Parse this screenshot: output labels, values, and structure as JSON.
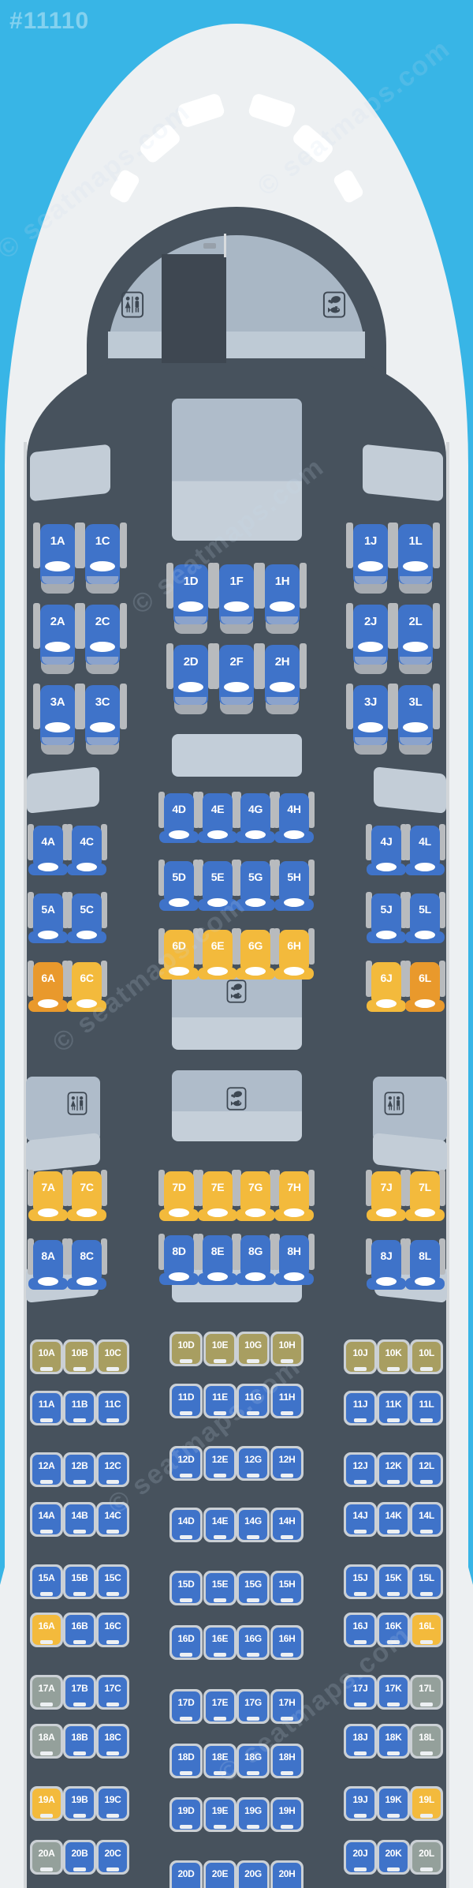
{
  "map_id": "#11110",
  "watermark": "© seatmaps.com",
  "palette": {
    "background": "#38b5e6",
    "fuselage": "#edf0f2",
    "cabin": "#47525d",
    "dome": "#a9b7c5",
    "monument": "#afbcca",
    "monument_light": "#c5cfd9",
    "seat_blue": "#3f73c9",
    "seat_yellow": "#f3ba3c",
    "seat_orange": "#e9992c",
    "seat_khaki": "#a89e61",
    "seat_gray": "#94a09b",
    "armrest": "#b8bbbe",
    "pillow": "#ffffff"
  },
  "icons": [
    "lavatory-icon",
    "galley-icon"
  ],
  "cabin_classes": {
    "B": "business",
    "P": "premium-economy",
    "E": "economy"
  },
  "seats_format": [
    "id",
    "x",
    "y",
    "class",
    "color"
  ],
  "seats": [
    [
      "1A",
      73,
      686,
      "B",
      "blue"
    ],
    [
      "1C",
      130,
      686,
      "B",
      "blue"
    ],
    [
      "1J",
      470,
      686,
      "B",
      "blue"
    ],
    [
      "1L",
      527,
      686,
      "B",
      "blue"
    ],
    [
      "1D",
      242,
      737,
      "B",
      "blue"
    ],
    [
      "1F",
      300,
      737,
      "B",
      "blue"
    ],
    [
      "1H",
      358,
      737,
      "B",
      "blue"
    ],
    [
      "2A",
      73,
      788,
      "B",
      "blue"
    ],
    [
      "2C",
      130,
      788,
      "B",
      "blue"
    ],
    [
      "2J",
      470,
      788,
      "B",
      "blue"
    ],
    [
      "2L",
      527,
      788,
      "B",
      "blue"
    ],
    [
      "2D",
      242,
      839,
      "B",
      "blue"
    ],
    [
      "2F",
      300,
      839,
      "B",
      "blue"
    ],
    [
      "2H",
      358,
      839,
      "B",
      "blue"
    ],
    [
      "3A",
      73,
      890,
      "B",
      "blue"
    ],
    [
      "3C",
      130,
      890,
      "B",
      "blue"
    ],
    [
      "3J",
      470,
      890,
      "B",
      "blue"
    ],
    [
      "3L",
      527,
      890,
      "B",
      "blue"
    ],
    [
      "4D",
      227,
      1023,
      "P",
      "blue"
    ],
    [
      "4E",
      276,
      1023,
      "P",
      "blue"
    ],
    [
      "4G",
      324,
      1023,
      "P",
      "blue"
    ],
    [
      "4H",
      373,
      1023,
      "P",
      "blue"
    ],
    [
      "4A",
      61,
      1064,
      "P",
      "blue"
    ],
    [
      "4C",
      110,
      1064,
      "P",
      "blue"
    ],
    [
      "4J",
      490,
      1064,
      "P",
      "blue"
    ],
    [
      "4L",
      539,
      1064,
      "P",
      "blue"
    ],
    [
      "5D",
      227,
      1109,
      "P",
      "blue"
    ],
    [
      "5E",
      276,
      1109,
      "P",
      "blue"
    ],
    [
      "5G",
      324,
      1109,
      "P",
      "blue"
    ],
    [
      "5H",
      373,
      1109,
      "P",
      "blue"
    ],
    [
      "5A",
      61,
      1150,
      "P",
      "blue"
    ],
    [
      "5C",
      110,
      1150,
      "P",
      "blue"
    ],
    [
      "5J",
      490,
      1150,
      "P",
      "blue"
    ],
    [
      "5L",
      539,
      1150,
      "P",
      "blue"
    ],
    [
      "6D",
      227,
      1196,
      "P",
      "yellow"
    ],
    [
      "6E",
      276,
      1196,
      "P",
      "yellow"
    ],
    [
      "6G",
      324,
      1196,
      "P",
      "yellow"
    ],
    [
      "6H",
      373,
      1196,
      "P",
      "yellow"
    ],
    [
      "6A",
      61,
      1237,
      "P",
      "orange"
    ],
    [
      "6C",
      110,
      1237,
      "P",
      "yellow"
    ],
    [
      "6J",
      490,
      1237,
      "P",
      "yellow"
    ],
    [
      "6L",
      539,
      1237,
      "P",
      "orange"
    ],
    [
      "7A",
      61,
      1502,
      "P",
      "yellow"
    ],
    [
      "7C",
      110,
      1502,
      "P",
      "yellow"
    ],
    [
      "7D",
      227,
      1502,
      "P",
      "yellow"
    ],
    [
      "7E",
      276,
      1502,
      "P",
      "yellow"
    ],
    [
      "7G",
      324,
      1502,
      "P",
      "yellow"
    ],
    [
      "7H",
      373,
      1502,
      "P",
      "yellow"
    ],
    [
      "7J",
      490,
      1502,
      "P",
      "yellow"
    ],
    [
      "7L",
      539,
      1502,
      "P",
      "yellow"
    ],
    [
      "8A",
      61,
      1589,
      "P",
      "blue"
    ],
    [
      "8C",
      110,
      1589,
      "P",
      "blue"
    ],
    [
      "8D",
      227,
      1583,
      "P",
      "blue"
    ],
    [
      "8E",
      276,
      1583,
      "P",
      "blue"
    ],
    [
      "8G",
      324,
      1583,
      "P",
      "blue"
    ],
    [
      "8H",
      373,
      1583,
      "P",
      "blue"
    ],
    [
      "8J",
      490,
      1589,
      "P",
      "blue"
    ],
    [
      "8L",
      539,
      1589,
      "P",
      "blue"
    ],
    [
      "10A",
      59,
      1715,
      "E",
      "khaki"
    ],
    [
      "10B",
      101,
      1715,
      "E",
      "khaki"
    ],
    [
      "10C",
      143,
      1715,
      "E",
      "khaki"
    ],
    [
      "10D",
      236,
      1705,
      "E",
      "khaki"
    ],
    [
      "10E",
      279,
      1705,
      "E",
      "khaki"
    ],
    [
      "10G",
      321,
      1705,
      "E",
      "khaki"
    ],
    [
      "10H",
      364,
      1705,
      "E",
      "khaki"
    ],
    [
      "10J",
      457,
      1715,
      "E",
      "khaki"
    ],
    [
      "10K",
      499,
      1715,
      "E",
      "khaki"
    ],
    [
      "10L",
      541,
      1715,
      "E",
      "khaki"
    ],
    [
      "11A",
      59,
      1780,
      "E",
      "blue"
    ],
    [
      "11B",
      101,
      1780,
      "E",
      "blue"
    ],
    [
      "11C",
      143,
      1780,
      "E",
      "blue"
    ],
    [
      "11D",
      236,
      1771,
      "E",
      "blue"
    ],
    [
      "11E",
      279,
      1771,
      "E",
      "blue"
    ],
    [
      "11G",
      321,
      1771,
      "E",
      "blue"
    ],
    [
      "11H",
      364,
      1771,
      "E",
      "blue"
    ],
    [
      "11J",
      457,
      1780,
      "E",
      "blue"
    ],
    [
      "11K",
      499,
      1780,
      "E",
      "blue"
    ],
    [
      "11L",
      541,
      1780,
      "E",
      "blue"
    ],
    [
      "12A",
      59,
      1858,
      "E",
      "blue"
    ],
    [
      "12B",
      101,
      1858,
      "E",
      "blue"
    ],
    [
      "12C",
      143,
      1858,
      "E",
      "blue"
    ],
    [
      "12D",
      236,
      1850,
      "E",
      "blue"
    ],
    [
      "12E",
      279,
      1850,
      "E",
      "blue"
    ],
    [
      "12G",
      321,
      1850,
      "E",
      "blue"
    ],
    [
      "12H",
      364,
      1850,
      "E",
      "blue"
    ],
    [
      "12J",
      457,
      1858,
      "E",
      "blue"
    ],
    [
      "12K",
      499,
      1858,
      "E",
      "blue"
    ],
    [
      "12L",
      541,
      1858,
      "E",
      "blue"
    ],
    [
      "14A",
      59,
      1921,
      "E",
      "blue"
    ],
    [
      "14B",
      101,
      1921,
      "E",
      "blue"
    ],
    [
      "14C",
      143,
      1921,
      "E",
      "blue"
    ],
    [
      "14D",
      236,
      1928,
      "E",
      "blue"
    ],
    [
      "14E",
      279,
      1928,
      "E",
      "blue"
    ],
    [
      "14G",
      321,
      1928,
      "E",
      "blue"
    ],
    [
      "14H",
      364,
      1928,
      "E",
      "blue"
    ],
    [
      "14J",
      457,
      1921,
      "E",
      "blue"
    ],
    [
      "14K",
      499,
      1921,
      "E",
      "blue"
    ],
    [
      "14L",
      541,
      1921,
      "E",
      "blue"
    ],
    [
      "15A",
      59,
      2000,
      "E",
      "blue"
    ],
    [
      "15B",
      101,
      2000,
      "E",
      "blue"
    ],
    [
      "15C",
      143,
      2000,
      "E",
      "blue"
    ],
    [
      "15D",
      236,
      2008,
      "E",
      "blue"
    ],
    [
      "15E",
      279,
      2008,
      "E",
      "blue"
    ],
    [
      "15G",
      321,
      2008,
      "E",
      "blue"
    ],
    [
      "15H",
      364,
      2008,
      "E",
      "blue"
    ],
    [
      "15J",
      457,
      2000,
      "E",
      "blue"
    ],
    [
      "15K",
      499,
      2000,
      "E",
      "blue"
    ],
    [
      "15L",
      541,
      2000,
      "E",
      "blue"
    ],
    [
      "16A",
      59,
      2061,
      "E",
      "yellow"
    ],
    [
      "16B",
      101,
      2061,
      "E",
      "blue"
    ],
    [
      "16C",
      143,
      2061,
      "E",
      "blue"
    ],
    [
      "16D",
      236,
      2077,
      "E",
      "blue"
    ],
    [
      "16E",
      279,
      2077,
      "E",
      "blue"
    ],
    [
      "16G",
      321,
      2077,
      "E",
      "blue"
    ],
    [
      "16H",
      364,
      2077,
      "E",
      "blue"
    ],
    [
      "16J",
      457,
      2061,
      "E",
      "blue"
    ],
    [
      "16K",
      499,
      2061,
      "E",
      "blue"
    ],
    [
      "16L",
      541,
      2061,
      "E",
      "yellow"
    ],
    [
      "17A",
      59,
      2140,
      "E",
      "gray"
    ],
    [
      "17B",
      101,
      2140,
      "E",
      "blue"
    ],
    [
      "17C",
      143,
      2140,
      "E",
      "blue"
    ],
    [
      "17D",
      236,
      2158,
      "E",
      "blue"
    ],
    [
      "17E",
      279,
      2158,
      "E",
      "blue"
    ],
    [
      "17G",
      321,
      2158,
      "E",
      "blue"
    ],
    [
      "17H",
      364,
      2158,
      "E",
      "blue"
    ],
    [
      "17J",
      457,
      2140,
      "E",
      "blue"
    ],
    [
      "17K",
      499,
      2140,
      "E",
      "blue"
    ],
    [
      "17L",
      541,
      2140,
      "E",
      "gray"
    ],
    [
      "18A",
      59,
      2202,
      "E",
      "gray"
    ],
    [
      "18B",
      101,
      2202,
      "E",
      "blue"
    ],
    [
      "18C",
      143,
      2202,
      "E",
      "blue"
    ],
    [
      "18D",
      236,
      2227,
      "E",
      "blue"
    ],
    [
      "18E",
      279,
      2227,
      "E",
      "blue"
    ],
    [
      "18G",
      321,
      2227,
      "E",
      "blue"
    ],
    [
      "18H",
      364,
      2227,
      "E",
      "blue"
    ],
    [
      "18J",
      457,
      2202,
      "E",
      "blue"
    ],
    [
      "18K",
      499,
      2202,
      "E",
      "blue"
    ],
    [
      "18L",
      541,
      2202,
      "E",
      "gray"
    ],
    [
      "19A",
      59,
      2281,
      "E",
      "yellow"
    ],
    [
      "19B",
      101,
      2281,
      "E",
      "blue"
    ],
    [
      "19C",
      143,
      2281,
      "E",
      "blue"
    ],
    [
      "19D",
      236,
      2295,
      "E",
      "blue"
    ],
    [
      "19E",
      279,
      2295,
      "E",
      "blue"
    ],
    [
      "19G",
      321,
      2295,
      "E",
      "blue"
    ],
    [
      "19H",
      364,
      2295,
      "E",
      "blue"
    ],
    [
      "19J",
      457,
      2281,
      "E",
      "blue"
    ],
    [
      "19K",
      499,
      2281,
      "E",
      "blue"
    ],
    [
      "19L",
      541,
      2281,
      "E",
      "yellow"
    ],
    [
      "20A",
      59,
      2349,
      "E",
      "gray"
    ],
    [
      "20B",
      101,
      2349,
      "E",
      "blue"
    ],
    [
      "20C",
      143,
      2349,
      "E",
      "blue"
    ],
    [
      "20D",
      236,
      2375,
      "E",
      "blue"
    ],
    [
      "20E",
      279,
      2375,
      "E",
      "blue"
    ],
    [
      "20G",
      321,
      2375,
      "E",
      "blue"
    ],
    [
      "20H",
      364,
      2375,
      "E",
      "blue"
    ],
    [
      "20J",
      457,
      2349,
      "E",
      "blue"
    ],
    [
      "20K",
      499,
      2349,
      "E",
      "blue"
    ],
    [
      "20L",
      541,
      2349,
      "E",
      "gray"
    ]
  ]
}
